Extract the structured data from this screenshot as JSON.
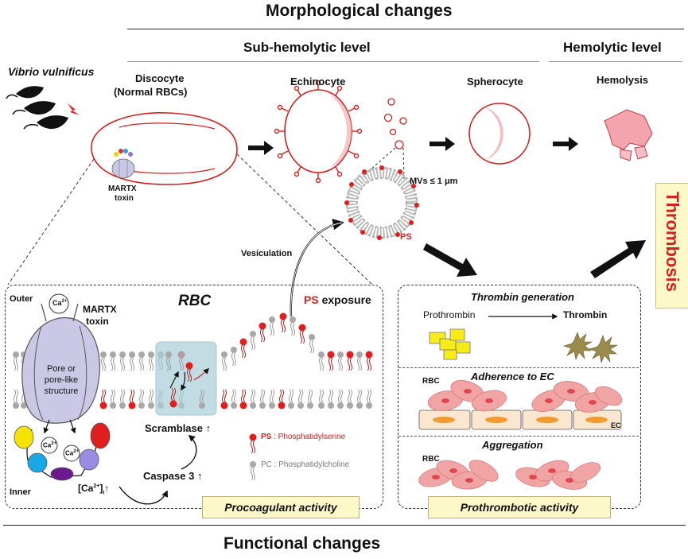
{
  "header": {
    "morphological": "Morphological changes",
    "sub_hemolytic": "Sub-hemolytic level",
    "hemolytic": "Hemolytic level",
    "functional": "Functional changes"
  },
  "organism": "Vibrio vulnificus",
  "stages": {
    "discocyte_line1": "Discocyte",
    "discocyte_line2": "(Normal RBCs)",
    "echinocyte": "Echinocyte",
    "spherocyte": "Spherocyte",
    "hemolysis": "Hemolysis"
  },
  "toxin": {
    "line1": "MARTX",
    "line2": "toxin"
  },
  "microvesicles": {
    "label": "MVs ≤ 1 μm",
    "ps": "PS"
  },
  "vesiculation": "Vesiculation",
  "thrombosis": "Thrombosis",
  "rbc_panel": {
    "title": "RBC",
    "outer": "Outer",
    "inner": "Inner",
    "ca": "Ca",
    "ca_sup": "2+",
    "martx_line1": "MARTX",
    "martx_line2": "toxin",
    "pore_line1": "Pore or",
    "pore_line2": "pore-like",
    "pore_line3": "structure",
    "ca_i_open": "[Ca",
    "ca_i_sup": "2+",
    "ca_i_close": "]",
    "ca_i_sub": "i",
    "up_arrow": "↑",
    "scramblase": "Scramblase",
    "caspase": "Caspase 3",
    "ps_exposure_ps": "PS",
    "ps_exposure_rest": " exposure",
    "legend_ps_abbr": "PS",
    "legend_ps_text": " : Phosphatidylserine",
    "legend_pc_abbr": "PC",
    "legend_pc_text": " : Phosphatidylcholine",
    "activity": "Procoagulant activity"
  },
  "prothrombotic_panel": {
    "thrombin_generation": "Thrombin generation",
    "prothrombin": "Prothrombin",
    "thrombin": "Thrombin",
    "adherence": "Adherence to EC",
    "rbc": "RBC",
    "ec": "EC",
    "aggregation": "Aggregation",
    "activity": "Prothrombotic activity"
  },
  "colors": {
    "accent_red": "#d42020",
    "rbc_pink": "#f1a4a4",
    "ps_red": "#e01e1e",
    "pc_gray": "#a8a8a8",
    "thrombosis_box": "#fdf8c8",
    "scramblase_blue": "#a8d0d8"
  }
}
